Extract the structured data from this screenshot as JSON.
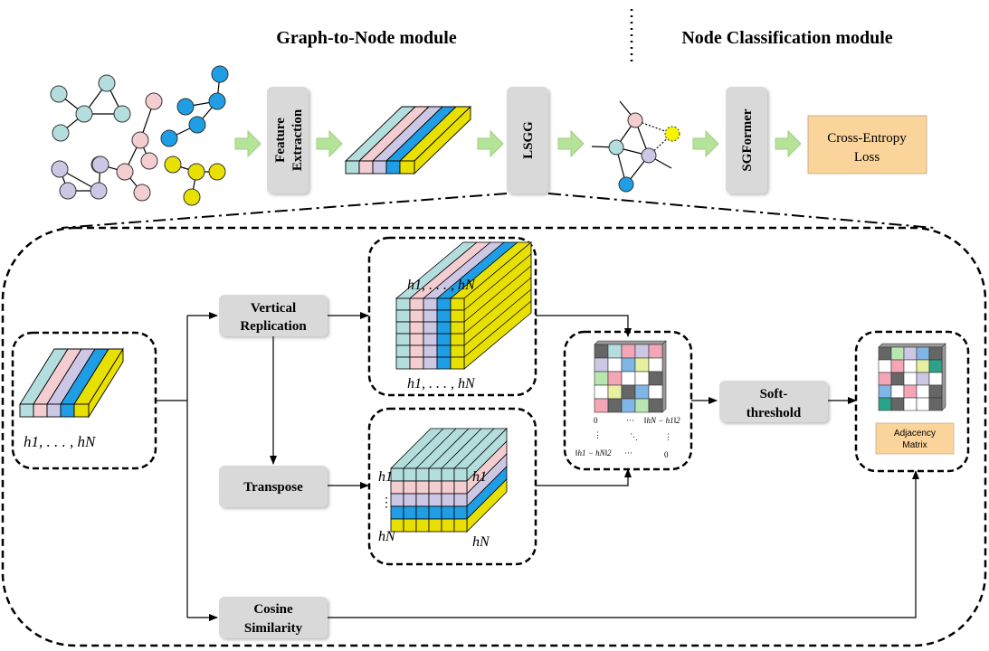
{
  "titles": {
    "graph_to_node": "Graph-to-Node module",
    "node_classification": "Node Classification module"
  },
  "top_blocks": {
    "feature_extraction_1": "Feature",
    "feature_extraction_2": "Extraction",
    "lsgg": "LSGG",
    "sgformer": "SGFormer",
    "cross_entropy_1": "Cross-Entropy",
    "cross_entropy_2": "Loss"
  },
  "detail": {
    "vertical_replication_1": "Vertical",
    "vertical_replication_2": "Replication",
    "transpose": "Transpose",
    "cosine_1": "Cosine",
    "cosine_2": "Similarity",
    "soft_threshold_1": "Soft-",
    "soft_threshold_2": "threshold",
    "adjacency_1": "Adjacency",
    "adjacency_2": "Matrix",
    "input_label": "h1, . . . , hN",
    "vr_top_label": "h1, . . . , hN",
    "vr_bottom_label": "h1, . . . , hN",
    "tr_left_top": "h1",
    "tr_left_bottom": "hN",
    "tr_right_top": "h1",
    "tr_right_bottom": "hN",
    "vdots": "⋮",
    "matrix_zero_tl": "0",
    "matrix_dots_top": "···",
    "matrix_norm_tr": "‖hN − h1‖2",
    "matrix_vdots_l": "⋮",
    "matrix_ddots": "⋱",
    "matrix_vdots_r": "⋮",
    "matrix_norm_bl": "‖h1 − hN‖2",
    "matrix_dots_bottom": "···",
    "matrix_zero_br": "0"
  },
  "colors": {
    "cyan": "#b4dede",
    "pink": "#f4cdd0",
    "lavender": "#cdc7e6",
    "blue": "#1f9ee6",
    "yellow": "#e8e000",
    "green_arrow": "#b5e39a",
    "gray_box": "#d9d9d9",
    "orange_box": "#fbd49b"
  }
}
